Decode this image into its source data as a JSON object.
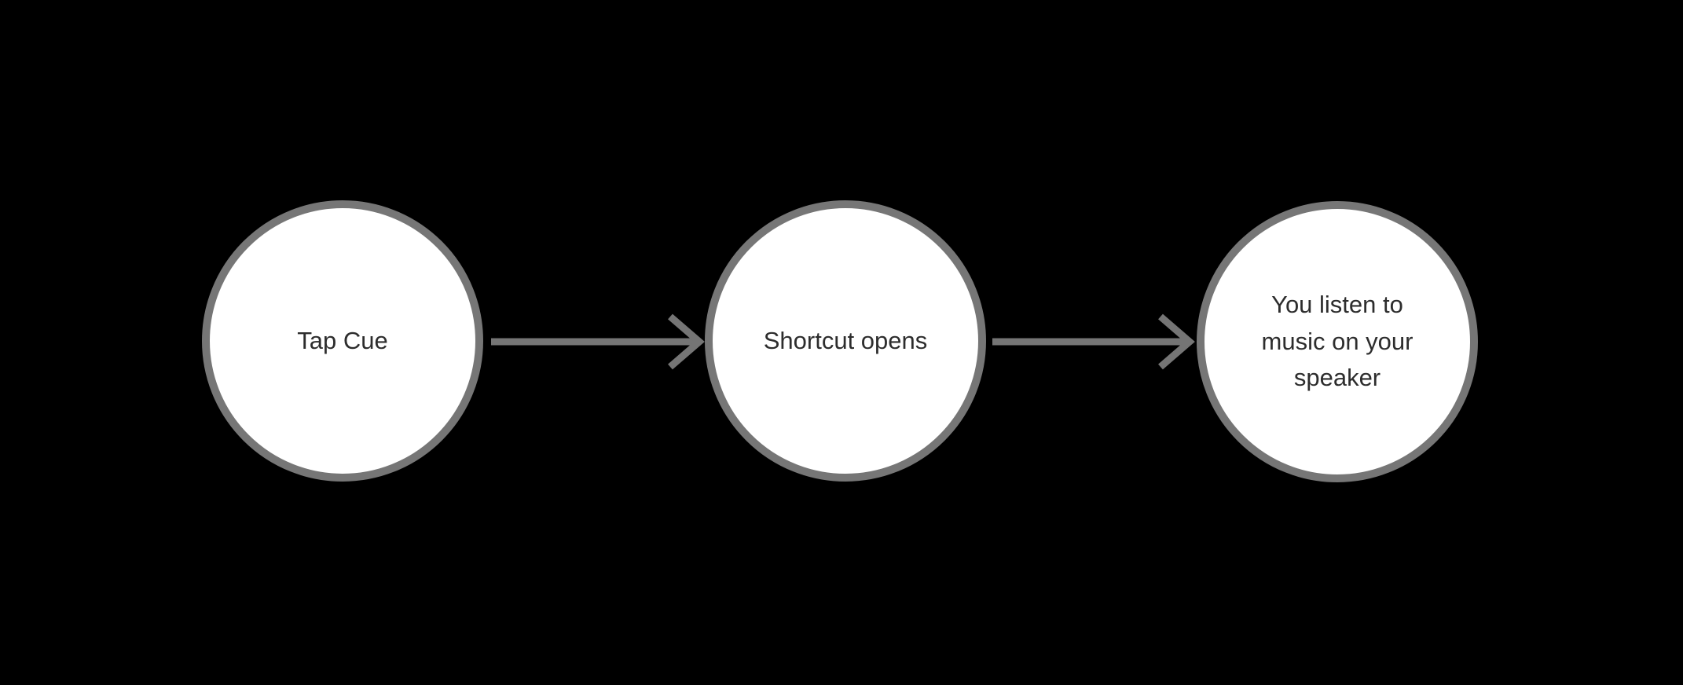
{
  "diagram": {
    "type": "flowchart",
    "direction": "left-to-right",
    "colors": {
      "background": "#000000",
      "node_fill": "#ffffff",
      "node_border": "#767676",
      "arrow": "#757575",
      "text": "#2d2d2d"
    },
    "nodes": [
      {
        "id": "node-1",
        "label": "Tap Cue"
      },
      {
        "id": "node-2",
        "label": "Shortcut opens"
      },
      {
        "id": "node-3",
        "label": "You listen to\nmusic on your\nspeaker"
      }
    ],
    "connectors": [
      {
        "from": "node-1",
        "to": "node-2",
        "style": "straight-arrow"
      },
      {
        "from": "node-2",
        "to": "node-3",
        "style": "straight-arrow"
      }
    ]
  }
}
